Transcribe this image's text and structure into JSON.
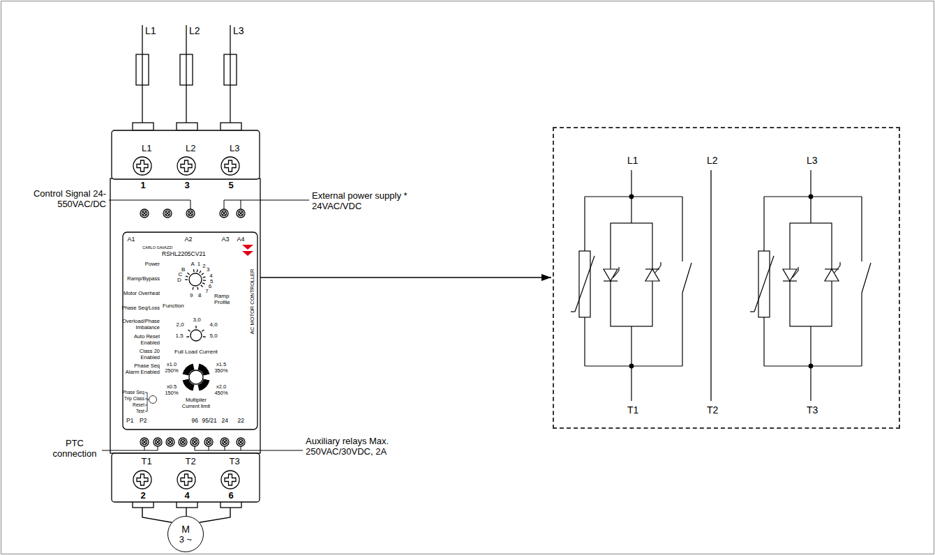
{
  "diagram": {
    "nodes": [
      {
        "text": [
          "CARLO GAVAZZI",
          "RSHL2205CV21"
        ]
      },
      {
        "text": [
          "M",
          "3 ~"
        ]
      },
      {
        "text": [
          "L1",
          "L2",
          "L3",
          "T1",
          "T2",
          "T3"
        ]
      }
    ],
    "edges": [
      {
        "from": 0,
        "to": 1,
        "arrow": "none"
      },
      {
        "from": 0,
        "to": 1,
        "arrow": "none"
      },
      {
        "from": 0,
        "to": 1,
        "arrow": "none"
      },
      {
        "from": 0,
        "to": 2,
        "arrow": "to"
      }
    ],
    "labels": [
      "L1",
      "L2",
      "L3",
      "L1",
      "L2",
      "L3",
      "1",
      "3",
      "5",
      "Control Signal 24-550VAC/DC",
      "External power supply * 24VAC/VDC",
      "A1",
      "A2",
      "A3",
      "A4",
      "Power",
      "Ramp/Bypass",
      "Motor Overheat",
      "Phase Seq/Loss",
      "Overload/Phase Imbalance",
      "Auto Reset Enabled",
      "Class 20 Enabled",
      "Phase Seq Alarm Enabled",
      "Phase Seq",
      "Trip Class",
      "Reset",
      "Test",
      "A",
      "1",
      "2",
      "3",
      "4",
      "5",
      "6",
      "7",
      "8",
      "9",
      "B",
      "C",
      "D",
      "Function",
      "Ramp Profile",
      "3,0",
      "2,0",
      "4,0",
      "1,5",
      "5,0",
      "Full Load Current",
      "x1.0 250%",
      "x1.5 350%",
      "x0.5 150%",
      "x2.0 450%",
      "Multiplier Current limit",
      "AC MOTOR CONTROLLER",
      "P1",
      "P2",
      "96",
      "95/21",
      "24",
      "22",
      "PTC connection",
      "Auxiliary relays Max. 250VAC/30VDC, 2A",
      "T1",
      "T2",
      "T3",
      "2",
      "4",
      "6"
    ]
  }
}
